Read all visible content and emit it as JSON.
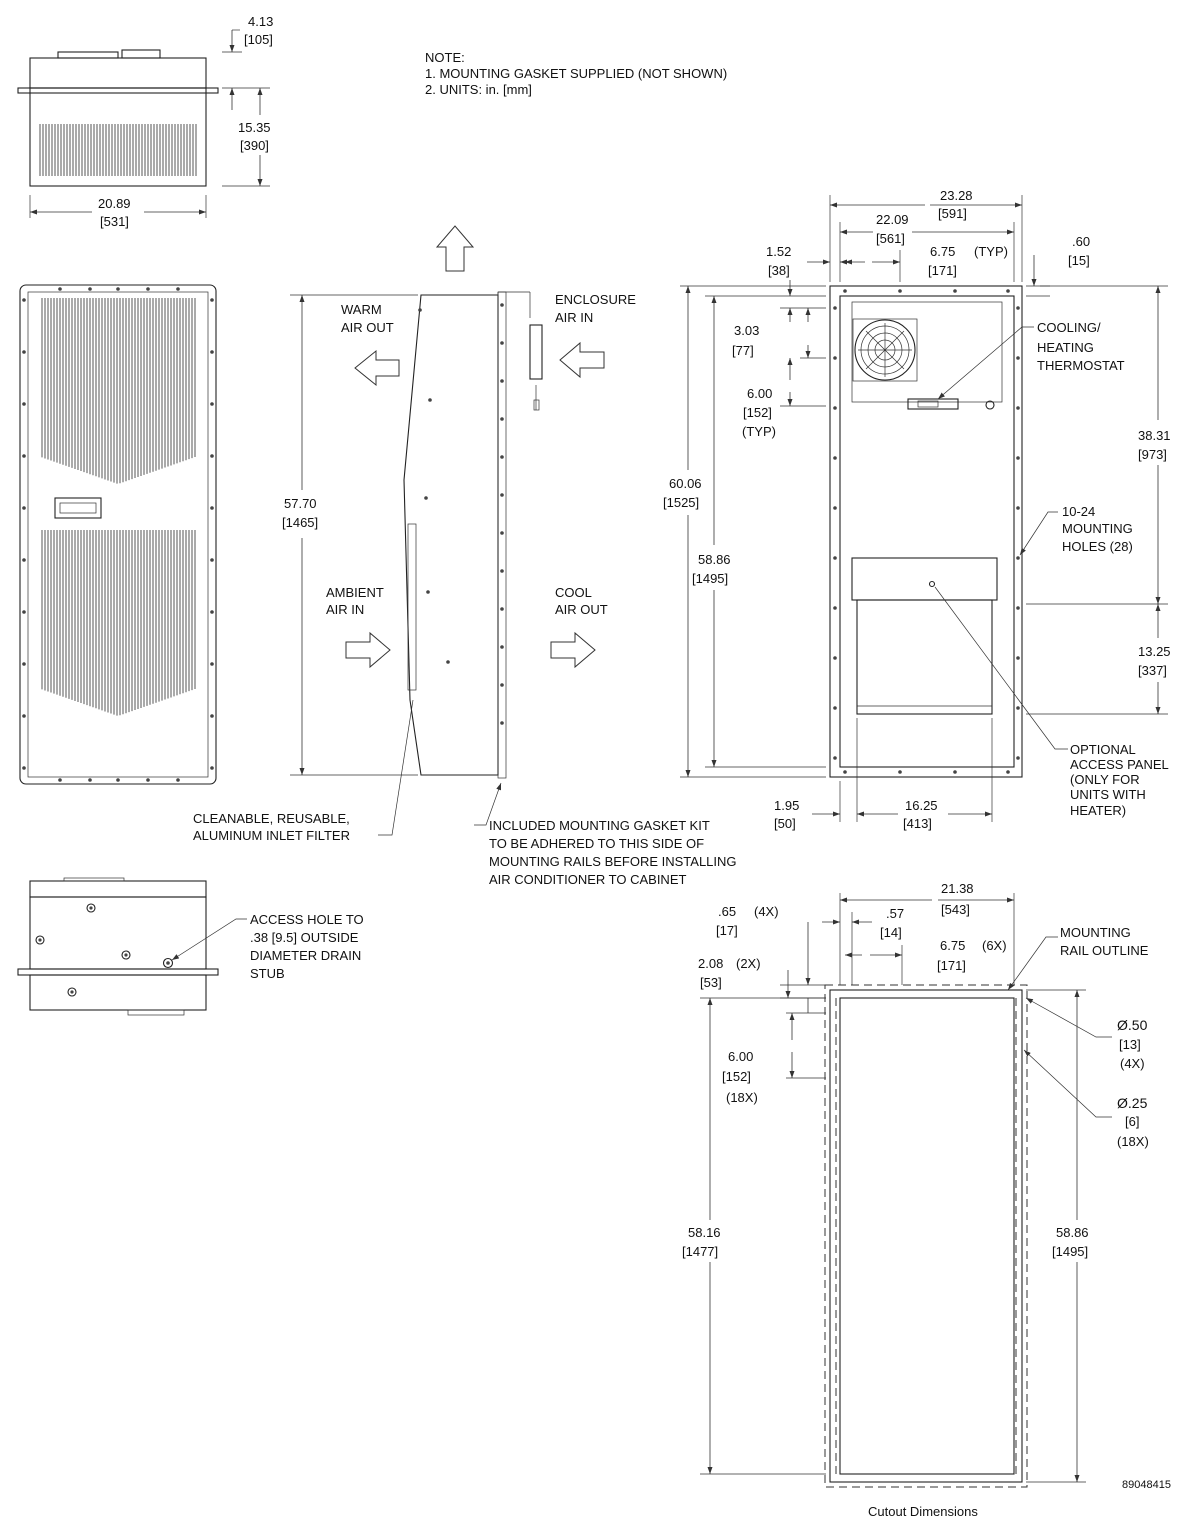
{
  "note": {
    "title": "NOTE:",
    "line1": "1. MOUNTING GASKET SUPPLIED (NOT SHOWN)",
    "line2": "2. UNITS: in. [mm]"
  },
  "top_view": {
    "d_top_in": "4.13",
    "d_top_mm": "[105]",
    "d_height_in": "15.35",
    "d_height_mm": "[390]",
    "d_width_in": "20.89",
    "d_width_mm": "[531]"
  },
  "side_view": {
    "warm_air_1": "WARM",
    "warm_air_2": "AIR OUT",
    "enclosure_air_1": "ENCLOSURE",
    "enclosure_air_2": "AIR IN",
    "ambient_air_1": "AMBIENT",
    "ambient_air_2": "AIR IN",
    "cool_air_1": "COOL",
    "cool_air_2": "AIR OUT",
    "d_height_in": "57.70",
    "d_height_mm": "[1465]",
    "filter_1": "CLEANABLE, REUSABLE,",
    "filter_2": "ALUMINUM INLET FILTER",
    "gasket_1": "INCLUDED MOUNTING GASKET KIT",
    "gasket_2": "TO BE ADHERED TO THIS SIDE OF",
    "gasket_3": "MOUNTING RAILS BEFORE INSTALLING",
    "gasket_4": "AIR CONDITIONER TO CABINET"
  },
  "bottom_view": {
    "access_1": "ACCESS HOLE TO",
    "access_2": ".38 [9.5] OUTSIDE",
    "access_3": "DIAMETER DRAIN",
    "access_4": "STUB"
  },
  "rear_view": {
    "d_width_in": "23.28",
    "d_width_mm": "[591]",
    "d_inner_in": "22.09",
    "d_inner_mm": "[561]",
    "d_152_in": "1.52",
    "d_152_mm": "[38]",
    "d_675_in": "6.75",
    "d_675_typ": "(TYP)",
    "d_675_mm": "[171]",
    "d_060_in": ".60",
    "d_060_mm": "[15]",
    "d_303_in": "3.03",
    "d_303_mm": "[77]",
    "d_600_in": "6.00",
    "d_600_mm": "[152]",
    "d_600_typ": "(TYP)",
    "d_6006_in": "60.06",
    "d_6006_mm": "[1525]",
    "d_5886_in": "58.86",
    "d_5886_mm": "[1495]",
    "d_3831_in": "38.31",
    "d_3831_mm": "[973]",
    "d_1325_in": "13.25",
    "d_1325_mm": "[337]",
    "d_195_in": "1.95",
    "d_195_mm": "[50]",
    "d_1625_in": "16.25",
    "d_1625_mm": "[413]",
    "thermo_1": "COOLING/",
    "thermo_2": "HEATING",
    "thermo_3": "THERMOSTAT",
    "holes_1": "10-24",
    "holes_2": "MOUNTING",
    "holes_3": "HOLES (28)",
    "panel_1": "OPTIONAL",
    "panel_2": "ACCESS PANEL",
    "panel_3": "(ONLY FOR",
    "panel_4": "UNITS WITH",
    "panel_5": "HEATER)"
  },
  "cutout": {
    "d_2138_in": "21.38",
    "d_2138_mm": "[543]",
    "d_065_in": ".65",
    "d_065_qty": "(4X)",
    "d_065_mm": "[17]",
    "d_057_in": ".57",
    "d_057_mm": "[14]",
    "d_675_in": "6.75",
    "d_675_qty": "(6X)",
    "d_675_mm": "[171]",
    "d_208_in": "2.08",
    "d_208_qty": "(2X)",
    "d_208_mm": "[53]",
    "d_600_in": "6.00",
    "d_600_mm": "[152]",
    "d_600_qty": "(18X)",
    "d_5816_in": "58.16",
    "d_5816_mm": "[1477]",
    "d_5886_in": "58.86",
    "d_5886_mm": "[1495]",
    "rail_1": "MOUNTING",
    "rail_2": "RAIL OUTLINE",
    "hole50_in": "Ø.50",
    "hole50_mm": "[13]",
    "hole50_qty": "(4X)",
    "hole25_in": "Ø.25",
    "hole25_mm": "[6]",
    "hole25_qty": "(18X)",
    "caption": "Cutout Dimensions",
    "part_no": "89048415"
  }
}
